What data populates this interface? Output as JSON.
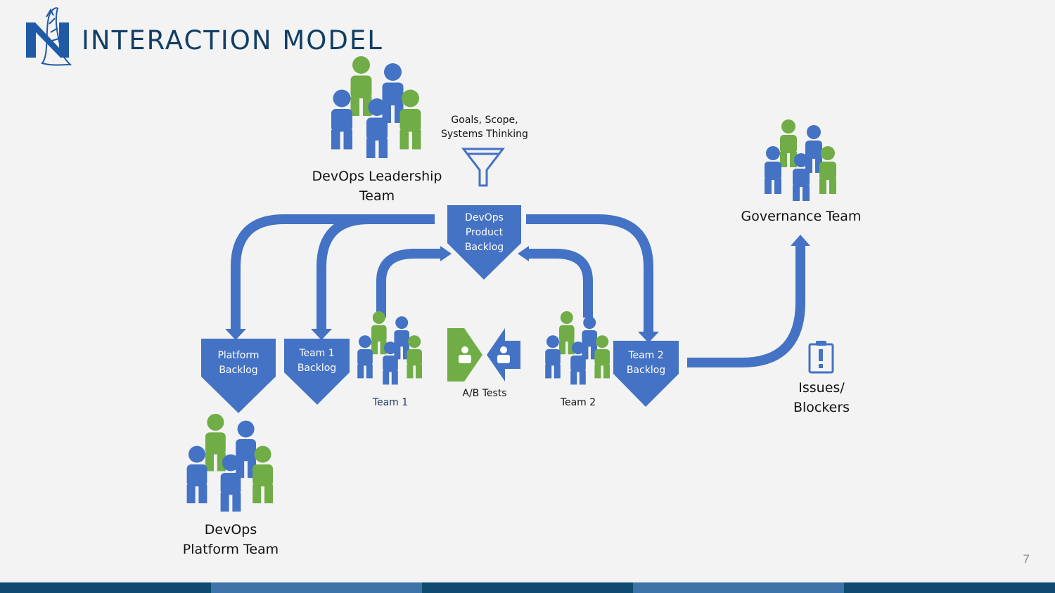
{
  "header": {
    "title": "INTERACTION MODEL"
  },
  "teams": {
    "leadership": [
      "DevOps Leadership",
      "Team"
    ],
    "governance": "Governance Team",
    "platform": [
      "DevOps",
      "Platform Team"
    ],
    "team1": "Team 1",
    "team2": "Team 2"
  },
  "funnel": {
    "caption": [
      "Goals, Scope,",
      "Systems Thinking"
    ]
  },
  "backlogs": {
    "product": [
      "DevOps",
      "Product",
      "Backlog"
    ],
    "platform": [
      "Platform",
      "Backlog"
    ],
    "team1": [
      "Team 1",
      "Backlog"
    ],
    "team2": [
      "Team 2",
      "Backlog"
    ]
  },
  "ab_tests": {
    "label": "A/B Tests"
  },
  "issues": {
    "label": [
      "Issues/",
      "Blockers"
    ]
  },
  "footer": {
    "page_number": "7"
  },
  "colors": {
    "blue": "#4472c4",
    "green": "#70ad47",
    "navy": "#123e63",
    "footer_dark": "#0e4a70",
    "footer_light": "#3e73a8"
  },
  "icons": [
    "logo-eagle-icon",
    "people-group-icon",
    "funnel-icon",
    "ab-test-icon",
    "clipboard-alert-icon"
  ]
}
